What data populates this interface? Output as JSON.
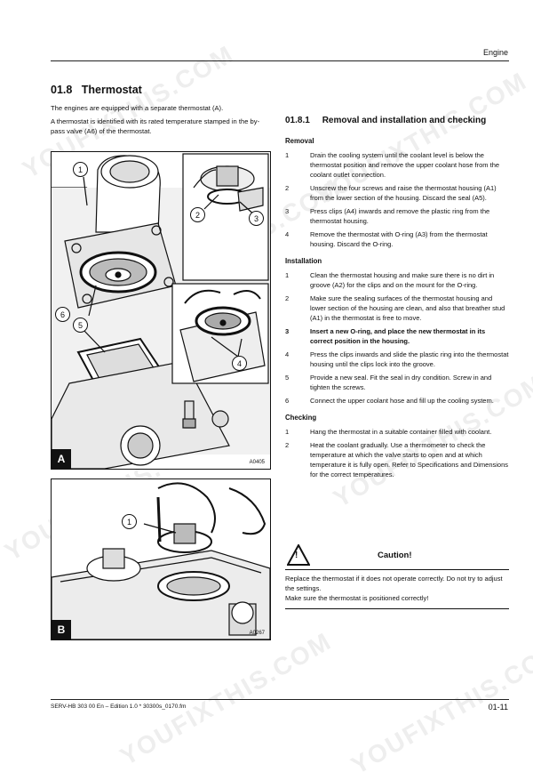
{
  "header": {
    "section_name": "Engine"
  },
  "section": {
    "title": "01.8   Thermostat"
  },
  "intro": [
    "The engines are equipped with a separate thermostat (A).",
    "A thermostat is identified with its rated temperature stamped in the by-pass valve (A6) of the thermostat."
  ],
  "subsection": {
    "title": "01.8.1     Removal and installation and checking"
  },
  "removal": {
    "heading": "Removal",
    "steps": [
      {
        "n": "1",
        "text": "Drain the cooling system until the coolant level is below the thermostat position and remove the upper coolant hose from the coolant outlet connection."
      },
      {
        "n": "2",
        "text": "Unscrew the four screws and raise the thermostat housing (A1) from the lower section of the housing. Discard the seal (A5)."
      },
      {
        "n": "3",
        "text": "Press clips (A4) inwards and remove the plastic ring from the thermostat housing."
      },
      {
        "n": "4",
        "text": "Remove the thermostat with O-ring (A3) from the thermostat housing. Discard the O-ring."
      }
    ]
  },
  "installation": {
    "heading": "Installation",
    "steps": [
      {
        "n": "1",
        "text": "Clean the thermostat housing and make sure there is no dirt in groove (A2) for the clips and on the mount for the O-ring."
      },
      {
        "n": "2",
        "text": "Make sure the sealing surfaces of the thermostat housing and lower section of the housing are clean, and also that breather stud (A1) in the thermostat is free to move."
      },
      {
        "n": "3",
        "text": "Insert a new O-ring, and place the new thermostat in its correct position in the housing."
      },
      {
        "n": "4",
        "text": "Press the clips inwards and slide the plastic ring into the thermostat housing until the clips lock into the groove."
      },
      {
        "n": "5",
        "text": "Provide a new seal. Fit the seal in dry condition. Screw in and tighten the screws."
      },
      {
        "n": "6",
        "text": "Connect the upper coolant hose and fill up the cooling system."
      }
    ]
  },
  "checking": {
    "heading": "Checking",
    "steps": [
      {
        "n": "1",
        "text": "Hang the thermostat in a suitable container filled with coolant."
      },
      {
        "n": "2",
        "text": "Heat the coolant gradually. Use a thermometer to check the temperature at which the valve starts to open and at which temperature it is fully open. Refer to Specifications and Dimensions for the correct temperatures."
      }
    ]
  },
  "caution": {
    "title": "Caution!",
    "symbol": "!",
    "lines": [
      "Replace the thermostat if it does not operate correctly. Do not try to adjust the settings.",
      "Make sure the thermostat is positioned correctly!"
    ]
  },
  "figure_a": {
    "label": "A",
    "code": "A0405",
    "callouts": [
      "1",
      "2",
      "3",
      "6",
      "5",
      "4"
    ]
  },
  "figure_b": {
    "label": "B",
    "code": "A0267",
    "callouts": [
      "1"
    ]
  },
  "footer": {
    "doc_ref": "SERV-HB 303 00 En – Edition 1.0 * 30300s_0170.fm",
    "page_number": "01-11"
  },
  "watermark": {
    "text": "YOUFIXTHIS.COM"
  }
}
